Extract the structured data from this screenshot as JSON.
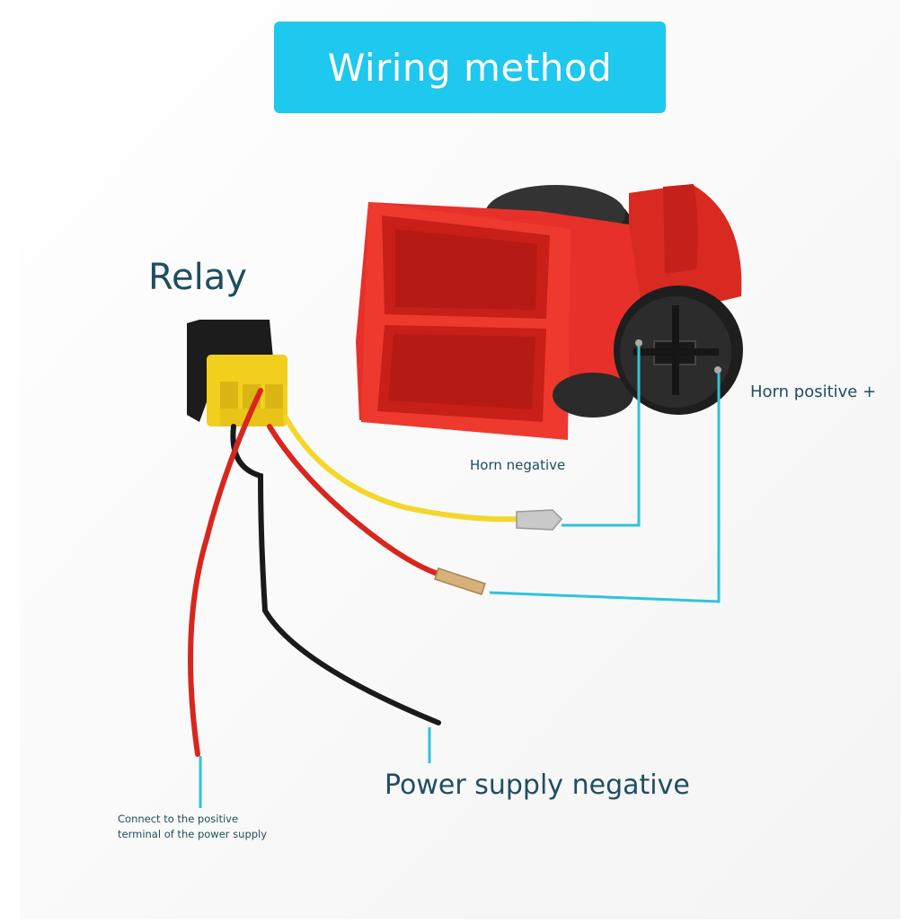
{
  "title": "Wiring method",
  "labels": {
    "relay": "Relay",
    "horn_positive": "Horn positive +",
    "horn_negative": "Horn negative",
    "power_supply_negative": "Power supply negative",
    "power_supply_positive": "Connect to the positive terminal of the power supply"
  },
  "colors": {
    "banner": "#1ec8ee",
    "leader_line": "#2ec4dd",
    "label_text": "#1f4e5f",
    "horn_body": "#e8302a",
    "relay_connector": "#f2cf1d",
    "wire_red": "#d8261e",
    "wire_black": "#1a1a1a",
    "wire_yellow": "#f4d72a"
  }
}
